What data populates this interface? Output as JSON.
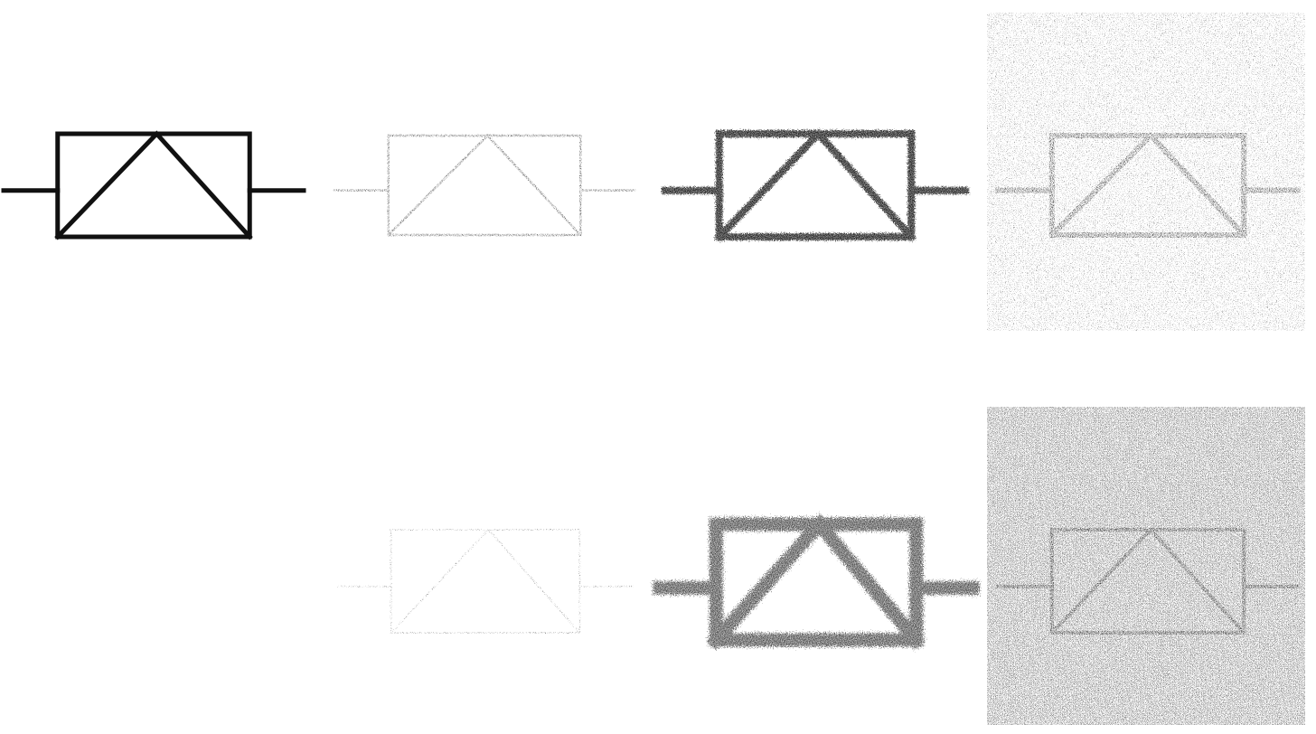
{
  "figure": {
    "symbol": "rectangular-block-with-inverted-v",
    "ink_color": "#111111",
    "background": "#ffffff",
    "rows": [
      {
        "name": "row-1",
        "variants": [
          {
            "name": "original",
            "style": "clean",
            "stroke": "medium",
            "noise": 0,
            "background_noise": 0
          },
          {
            "name": "thin",
            "style": "speckled",
            "stroke": "thin",
            "noise": 0.25,
            "background_noise": 0
          },
          {
            "name": "thick",
            "style": "fuzzy",
            "stroke": "thick",
            "noise": 0.3,
            "background_noise": 0
          },
          {
            "name": "noisy-background",
            "style": "speckled-bg",
            "stroke": "medium",
            "noise": 0.05,
            "background_noise": 0.18
          }
        ]
      },
      {
        "name": "row-2",
        "variants": [
          {
            "name": "empty",
            "style": "blank"
          },
          {
            "name": "very-thin",
            "style": "dotted",
            "stroke": "very-thin",
            "noise": 0.55,
            "background_noise": 0
          },
          {
            "name": "very-thick",
            "style": "very-fuzzy",
            "stroke": "very-thick",
            "noise": 0.45,
            "background_noise": 0
          },
          {
            "name": "heavy-noise-background",
            "style": "heavy-speckled-bg",
            "stroke": "thin",
            "noise": 0.35,
            "background_noise": 0.42
          }
        ]
      }
    ]
  }
}
